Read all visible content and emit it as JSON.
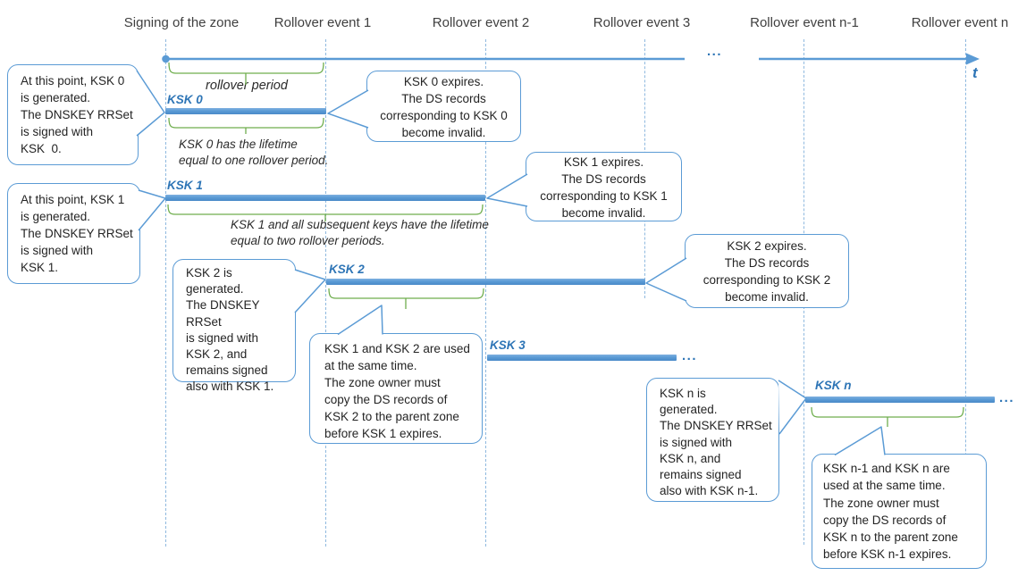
{
  "headers": {
    "signing": "Signing of the zone",
    "event1": "Rollover event 1",
    "event2": "Rollover event 2",
    "event3": "Rollover event 3",
    "event_n1": "Rollover event n-1",
    "event_n": "Rollover event n"
  },
  "timeline": {
    "t_label": "t",
    "gap_ellipsis": "..."
  },
  "bars": {
    "k0_label": "KSK 0",
    "k1_label": "KSK 1",
    "k2_label": "KSK 2",
    "k3_label": "KSK 3",
    "kn_label": "KSK n",
    "k3_ellipsis": "...",
    "kn_ellipsis": "..."
  },
  "annotations": {
    "rollover_period": "rollover period",
    "ksk0_lifetime": "KSK 0 has the lifetime\nequal to one rollover period.",
    "ksk1_lifetime": "KSK 1 and all subsequent keys have the lifetime\nequal to two rollover periods."
  },
  "callouts": {
    "ksk0_generated": "At this point, KSK 0\nis generated.\nThe DNSKEY RRSet\nis signed with\nKSK  0.",
    "ksk0_expires": "KSK 0 expires.\nThe DS records\ncorresponding to KSK 0\nbecome invalid.",
    "ksk1_generated": "At this point, KSK 1\nis generated.\nThe DNSKEY RRSet\nis signed with\nKSK 1.",
    "ksk1_expires": "KSK 1 expires.\nThe DS records\ncorresponding to KSK 1\nbecome invalid.",
    "ksk2_generated": "KSK 2 is\ngenerated.\nThe DNSKEY RRSet\nis signed with\nKSK 2, and\nremains signed\nalso with KSK 1.",
    "ksk2_expires": "KSK 2 expires.\nThe DS records\ncorresponding to KSK 2\nbecome invalid.",
    "ksk12_overlap": "KSK 1 and KSK 2 are used\nat the same time.\nThe zone owner must\ncopy the DS records of\nKSK 2 to the parent zone\nbefore KSK 1 expires.",
    "kskn_generated": "KSK n is\ngenerated.\nThe DNSKEY RRSet\nis signed with\nKSK n, and\nremains signed\nalso with KSK n-1.",
    "kskn_overlap": "KSK n-1 and KSK n are\nused at the same time.\nThe zone owner must\ncopy the DS records of\nKSK n to the parent zone\nbefore KSK n-1 expires."
  },
  "colors": {
    "timeline_blue": "#5B9BD5",
    "key_label_blue": "#2E75B6",
    "brace_green": "#6FAE4E",
    "dashed_line_blue": "#8FB9DF",
    "callout_border": "#5B9BD5",
    "text": "#242424"
  }
}
